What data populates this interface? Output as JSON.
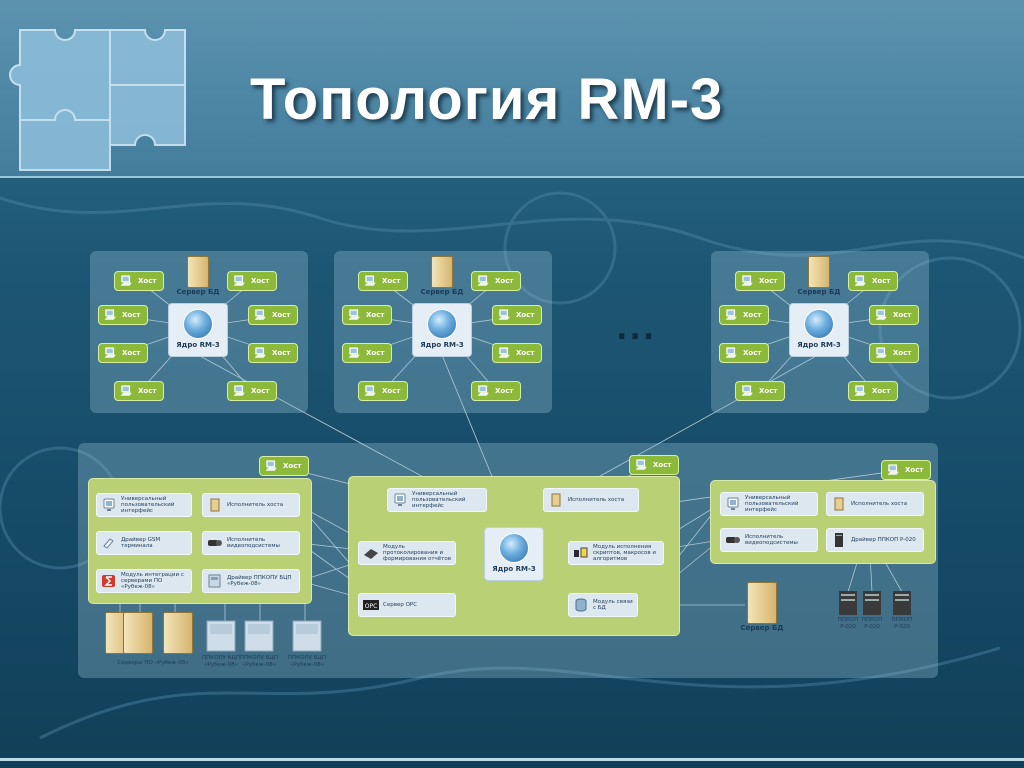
{
  "title": "Топология RM-3",
  "ellipsis": "...",
  "host_label": "Хост",
  "core_label": "Ядро RM-3",
  "db_server_label": "Сервер БД",
  "clusters": [
    {
      "db": "Сервер БД",
      "core": "Ядро RM-3",
      "hosts": [
        "Хост",
        "Хост",
        "Хост",
        "Хост",
        "Хост",
        "Хост",
        "Хост",
        "Хост"
      ]
    },
    {
      "db": "Сервер БД",
      "core": "Ядро RM-3",
      "hosts": [
        "Хост",
        "Хост",
        "Хост",
        "Хост",
        "Хост",
        "Хост",
        "Хост",
        "Хост"
      ]
    },
    {
      "db": "Сервер БД",
      "core": "Ядро RM-3",
      "hosts": [
        "Хост",
        "Хост",
        "Хост",
        "Хост",
        "Хост",
        "Хост",
        "Хост",
        "Хост"
      ]
    }
  ],
  "left_panel": {
    "host": "Хост",
    "cards": [
      "Универсальный пользовательский интерфейс",
      "Исполнитель хоста",
      "Драйвер GSM терминала",
      "Исполнитель видеоподсистемы",
      "Модуль интеграции с серверами ПО «Рубеж-08»",
      "Драйвер ППКОПУ БЦП «Рубеж-08»"
    ],
    "servers_caption": "Серверы ПО «Рубеж-08»",
    "devices_captions": [
      "ППКОПУ БЦП «Рубеж-08»",
      "ППКОПУ БЦП «Рубеж-08»",
      "ППКОПУ БЦП «Рубеж-08»"
    ]
  },
  "center_panel": {
    "host": "Хост",
    "core": "Ядро RM-3",
    "cards": [
      "Универсальный пользовательский интерфейс",
      "Исполнитель хоста",
      "Модуль протоколирования и формирования отчётов",
      "Модуль исполнения скриптов, макросов и алгоритмов",
      "Сервер OPC",
      "Модуль связи с БД"
    ],
    "opc_logo": "OPC"
  },
  "right_panel": {
    "host": "Хост",
    "cards": [
      "Универсальный пользовательский интерфейс",
      "Исполнитель хоста",
      "Исполнитель видеоподсистемы",
      "Драйвер ППКОП Р-020"
    ],
    "db_server": "Сервер БД",
    "devices_captions": [
      "ППКОП Р-020",
      "ППКОП Р-020",
      "ППКОП Р-020"
    ]
  },
  "colors": {
    "host_green": "#8db93a",
    "panel_green": "#b9d074",
    "card": "#dce7f0"
  }
}
